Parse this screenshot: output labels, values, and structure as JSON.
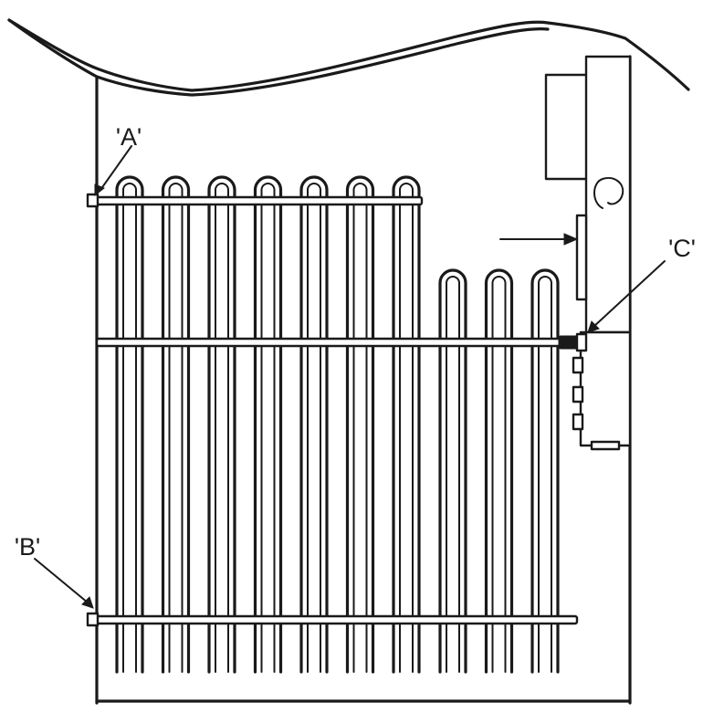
{
  "labels": {
    "a": "'A'",
    "b": "'B'",
    "c": "'C'"
  },
  "colors": {
    "ink": "#1a1a1a",
    "background": "#ffffff"
  }
}
